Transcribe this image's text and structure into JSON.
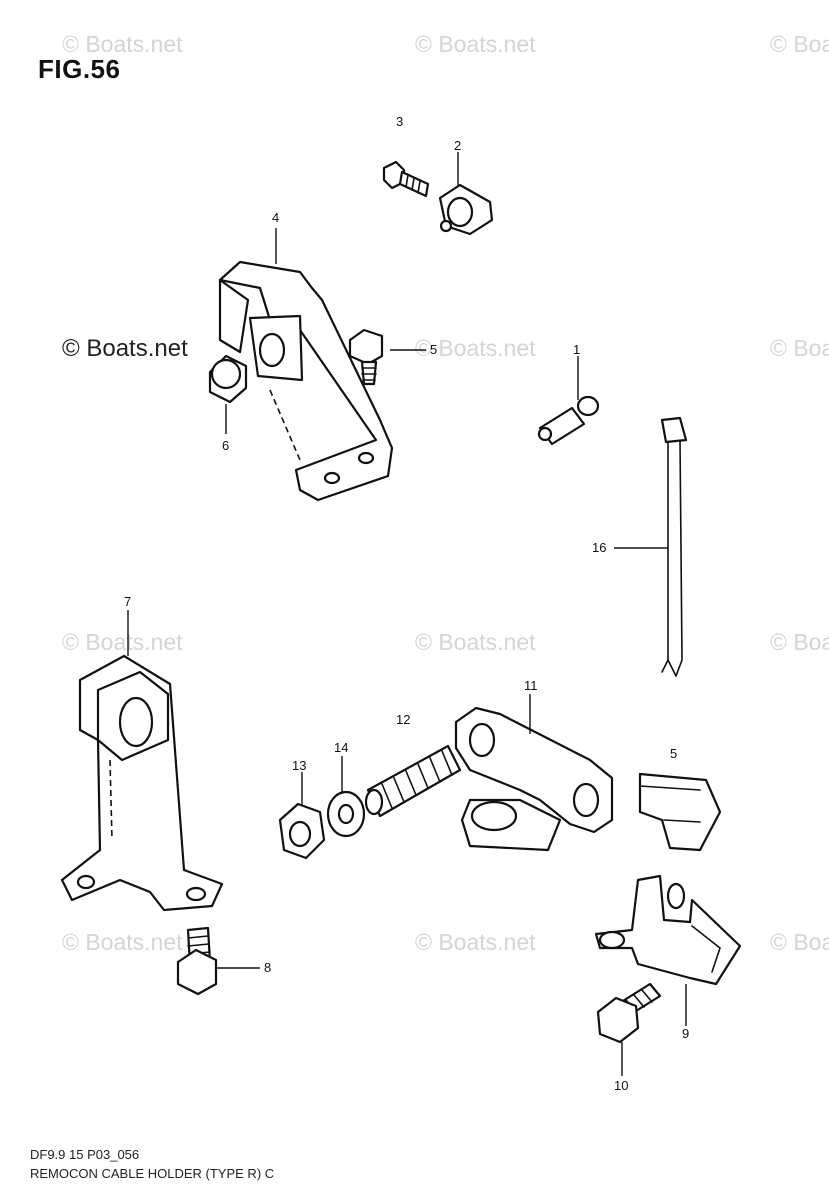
{
  "figure": {
    "title": "FIG.56",
    "footer_code": "DF9.9 15 P03_056",
    "footer_caption": "REMOCON CABLE HOLDER (TYPE R) C"
  },
  "watermark": {
    "light_text": "© Boats.net",
    "dark_text": "© Boats.net"
  },
  "callouts": [
    "3",
    "2",
    "4",
    "5",
    "6",
    "1",
    "16",
    "7",
    "12",
    "11",
    "14",
    "13",
    "5",
    "8",
    "9",
    "10"
  ]
}
